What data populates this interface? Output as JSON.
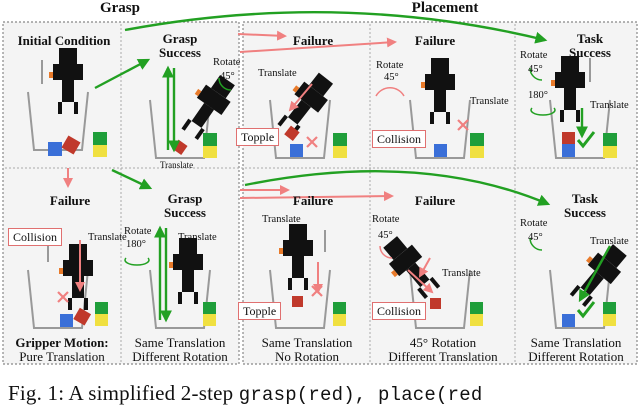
{
  "headers": {
    "grasp": "Grasp",
    "placement": "Placement"
  },
  "top_row": {
    "initial": "Initial Condition",
    "grasp_success_1": "Grasp",
    "grasp_success_2": "Success",
    "failure_a": "Failure",
    "failure_b": "Failure",
    "task_success_1": "Task",
    "task_success_2": "Success"
  },
  "bottom_row": {
    "failure": "Failure",
    "grasp_success_1": "Grasp",
    "grasp_success_2": "Success",
    "failure_a": "Failure",
    "failure_b": "Failure",
    "task_success_1": "Task",
    "task_success_2": "Success"
  },
  "annotations": {
    "translate": "Translate",
    "rotate": "Rotate",
    "deg45": "45°",
    "deg180": "180°",
    "topple": "Topple",
    "collision": "Collision"
  },
  "bottom_captions": {
    "c1_line1": "Gripper Motion:",
    "c1_line2": "Pure Translation",
    "c2_line1": "Same Translation",
    "c2_line2": "Different Rotation",
    "c3_line1": "Same Translation",
    "c3_line2": "No Rotation",
    "c4_line1": "45° Rotation",
    "c4_line2": "Different Translation",
    "c5_line1": "Same Translation",
    "c5_line2": "Different Rotation"
  },
  "caption": {
    "prefix": "Fig. 1:  A simplified 2-step ",
    "code": "grasp(red), place(red"
  },
  "colors": {
    "success_arrow": "#22a022",
    "failure_arrow": "#f08080",
    "red_block": "#c0392b",
    "blue_block": "#3a6fd8",
    "green_block": "#1f9e3a",
    "yellow_block": "#f0e040",
    "panel_bg": "#f2f2f2",
    "gripper_body": "#111111",
    "gripper_accent": "#e87a2a"
  },
  "icons": [
    "gripper-icon",
    "cross-mark-icon",
    "check-mark-icon",
    "rotate-arrow-icon"
  ]
}
